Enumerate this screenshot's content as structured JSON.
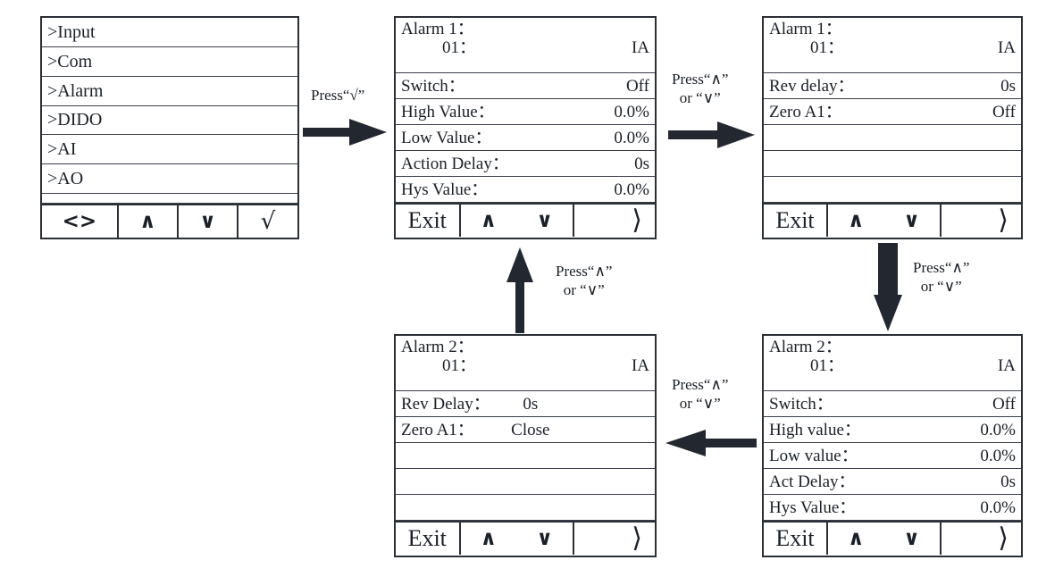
{
  "diagram": {
    "title": "Alarm menu navigation flow",
    "ink_color": "#1b2027"
  },
  "panels": {
    "main_menu": {
      "name": "main-menu",
      "items": [
        {
          "label": ">Input"
        },
        {
          "label": ">Com"
        },
        {
          "label": ">Alarm"
        },
        {
          "label": ">DIDO"
        },
        {
          "label": ">AI"
        },
        {
          "label": ">AO"
        }
      ],
      "buttons": [
        {
          "label": "<>",
          "icon": "left-right-icon"
        },
        {
          "label": "∧",
          "icon": "up-caret-icon"
        },
        {
          "label": "∨",
          "icon": "down-caret-icon"
        },
        {
          "label": "√",
          "icon": "check-icon"
        }
      ]
    },
    "alarm1_page1": {
      "name": "alarm1-page1",
      "header": {
        "title": "Alarm 1：",
        "number": "01：",
        "unit": "IA"
      },
      "rows": [
        {
          "label": "Switch：",
          "value": "Off"
        },
        {
          "label": "High  Value：",
          "value": "0.0%"
        },
        {
          "label": "Low  Value：",
          "value": "0.0%"
        },
        {
          "label": "Action  Delay：",
          "value": "0s"
        },
        {
          "label": "Hys Value：",
          "value": "0.0%"
        }
      ],
      "empty_rows": 0,
      "buttons": [
        {
          "label": "Exit",
          "icon": "exit-icon"
        },
        {
          "label": "∧",
          "icon": "up-caret-icon"
        },
        {
          "label": "∨",
          "icon": "down-caret-icon"
        },
        {
          "label": "⟩",
          "icon": "next-chevron-icon"
        }
      ]
    },
    "alarm1_page2": {
      "name": "alarm1-page2",
      "header": {
        "title": "Alarm 1：",
        "number": "01：",
        "unit": "IA"
      },
      "rows": [
        {
          "label": "Rev delay：",
          "value": "0s"
        },
        {
          "label": "Zero A1：",
          "value": "Off"
        }
      ],
      "empty_rows": 3,
      "buttons": [
        {
          "label": "Exit",
          "icon": "exit-icon"
        },
        {
          "label": "∧",
          "icon": "up-caret-icon"
        },
        {
          "label": "∨",
          "icon": "down-caret-icon"
        },
        {
          "label": "⟩",
          "icon": "next-chevron-icon"
        }
      ]
    },
    "alarm2_page1": {
      "name": "alarm2-page1",
      "header": {
        "title": "Alarm 2：",
        "number": "01：",
        "unit": "IA"
      },
      "rows": [
        {
          "label": "Switch：",
          "value": "Off"
        },
        {
          "label": "High value：",
          "value": "0.0%"
        },
        {
          "label": "Low value：",
          "value": "0.0%"
        },
        {
          "label": "Act Delay：",
          "value": "0s"
        },
        {
          "label": "Hys Value：",
          "value": "0.0%"
        }
      ],
      "empty_rows": 0,
      "buttons": [
        {
          "label": "Exit",
          "icon": "exit-icon"
        },
        {
          "label": "∧",
          "icon": "up-caret-icon"
        },
        {
          "label": "∨",
          "icon": "down-caret-icon"
        },
        {
          "label": "⟩",
          "icon": "next-chevron-icon"
        }
      ]
    },
    "alarm2_page2": {
      "name": "alarm2-page2",
      "header": {
        "title": "Alarm 2：",
        "number": "01：",
        "unit": "IA"
      },
      "rows": [
        {
          "label": "Rev  Delay：",
          "value": "0s"
        },
        {
          "label": "Zero A1：",
          "value": "Close"
        }
      ],
      "empty_rows": 3,
      "buttons": [
        {
          "label": "Exit",
          "icon": "exit-icon"
        },
        {
          "label": "∧",
          "icon": "up-caret-icon"
        },
        {
          "label": "∨",
          "icon": "down-caret-icon"
        },
        {
          "label": "⟩",
          "icon": "next-chevron-icon"
        }
      ]
    }
  },
  "transitions": {
    "t1": {
      "line1": "Press“√”",
      "line2": "",
      "direction": "right"
    },
    "t2": {
      "line1": "Press“∧”",
      "line2": "or  “∨”",
      "direction": "right"
    },
    "t3": {
      "line1": "Press“∧”",
      "line2": "or  “∨”",
      "direction": "down"
    },
    "t4": {
      "line1": "Press“∧”",
      "line2": "or  “∨”",
      "direction": "left"
    },
    "t5": {
      "line1": "Press“∧”",
      "line2": "or  “∨”",
      "direction": "up"
    }
  }
}
